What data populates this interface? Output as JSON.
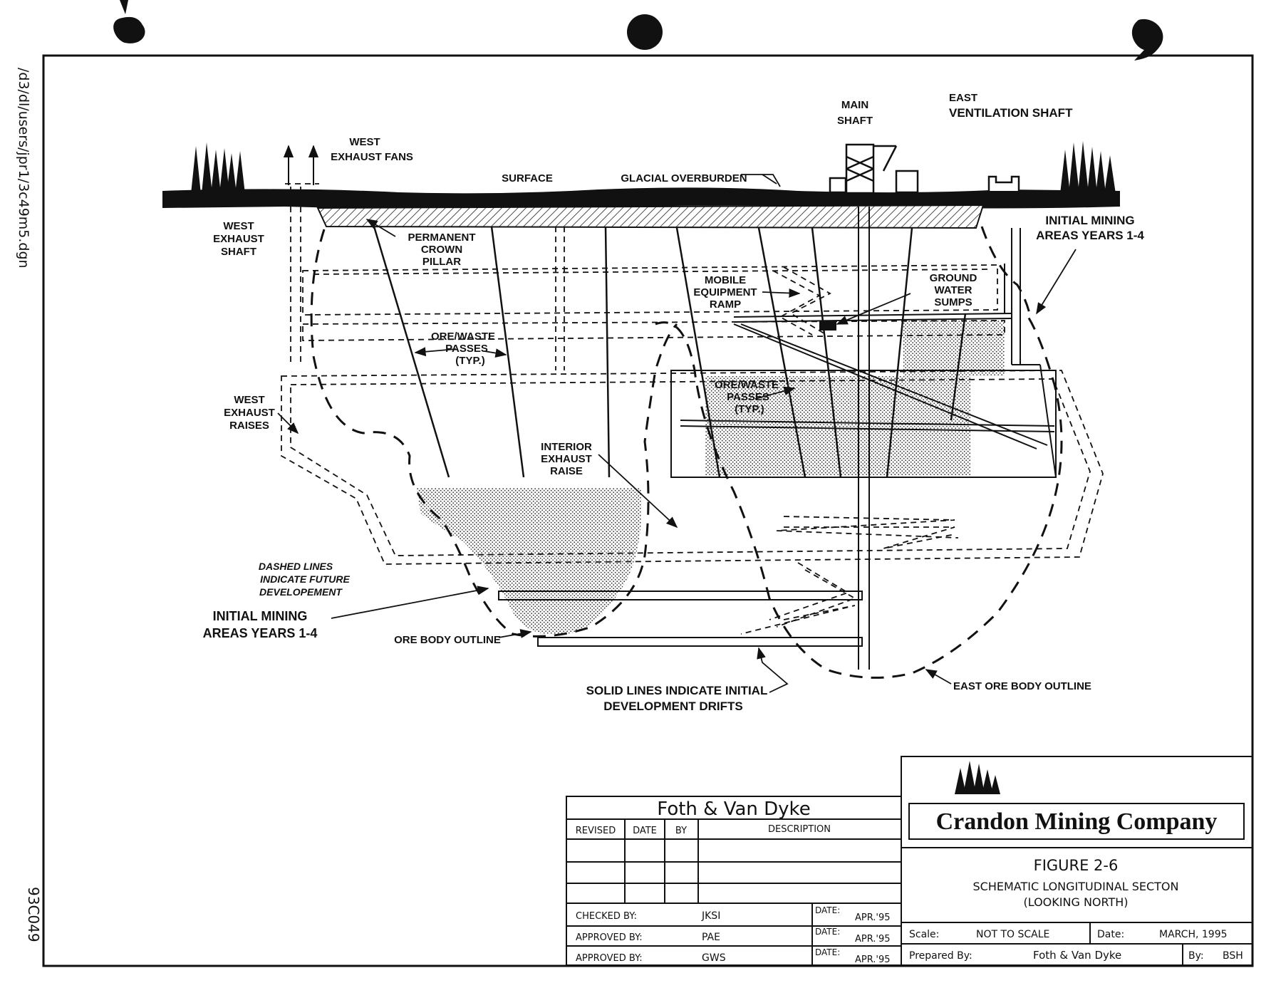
{
  "side": {
    "file_path": "/d3/dl/users/jpr1/3c49m5.dgn",
    "doc_number": "93C049"
  },
  "colors": {
    "ink": "#111111",
    "paper": "#ffffff",
    "stipple": "#9a9a9a"
  },
  "labels": {
    "west_exhaust_fans": [
      "WEST",
      "EXHAUST FANS"
    ],
    "surface": "SURFACE",
    "glacial_overburden": "GLACIAL OVERBURDEN",
    "main_shaft": [
      "MAIN",
      "SHAFT"
    ],
    "east_vent_shaft": [
      "EAST",
      "VENTILATION SHAFT"
    ],
    "west_exhaust_shaft": [
      "WEST",
      "EXHAUST",
      "SHAFT"
    ],
    "crown_pillar": [
      "PERMANENT",
      "CROWN",
      "PILLAR"
    ],
    "initial_mining_right": [
      "INITIAL MINING",
      "AREAS YEARS 1-4"
    ],
    "mobile_ramp": [
      "MOBILE",
      "EQUIPMENT",
      "RAMP"
    ],
    "ground_water_sumps": [
      "GROUND",
      "WATER",
      "SUMPS"
    ],
    "ore_waste_left": [
      "ORE/WASTE",
      "PASSES",
      "(TYP.)"
    ],
    "ore_waste_right": [
      "ORE/WASTE",
      "PASSES",
      "(TYP.)"
    ],
    "west_exhaust_raises": [
      "WEST",
      "EXHAUST",
      "RAISES"
    ],
    "interior_exhaust_raise": [
      "INTERIOR",
      "EXHAUST",
      "RAISE"
    ],
    "dashed_lines_note": [
      "DASHED LINES",
      "INDICATE FUTURE",
      "DEVELOPEMENT"
    ],
    "initial_mining_left": [
      "INITIAL MINING",
      "AREAS YEARS 1-4"
    ],
    "ore_body_outline": "ORE BODY OUTLINE",
    "solid_lines_note": [
      "SOLID LINES INDICATE INITIAL",
      "DEVELOPMENT DRIFTS"
    ],
    "east_ore_body_outline": "EAST ORE BODY OUTLINE"
  },
  "title_block": {
    "firm": "Foth & Van Dyke",
    "headers": {
      "revised": "REVISED",
      "date": "DATE",
      "by": "BY",
      "description": "DESCRIPTION"
    },
    "checked_by_label": "CHECKED BY:",
    "checked_by": "JKSI",
    "approved_by_label": "APPROVED BY:",
    "approved_by_1": "PAE",
    "approved_by_2": "GWS",
    "date_label": "DATE:",
    "date_1": "APR.'95",
    "date_2": "APR.'95",
    "date_3": "APR.'95",
    "company": "Crandon Mining Company",
    "figure": "FIGURE 2-6",
    "title_line1": "SCHEMATIC LONGITUDINAL SECTON",
    "title_line2": "(LOOKING NORTH)",
    "scale_label": "Scale:",
    "scale": "NOT TO SCALE",
    "date_field_label": "Date:",
    "date": "MARCH, 1995",
    "prepared_label": "Prepared By:",
    "prepared": "Foth & Van Dyke",
    "by_label": "By:",
    "by": "BSH"
  }
}
